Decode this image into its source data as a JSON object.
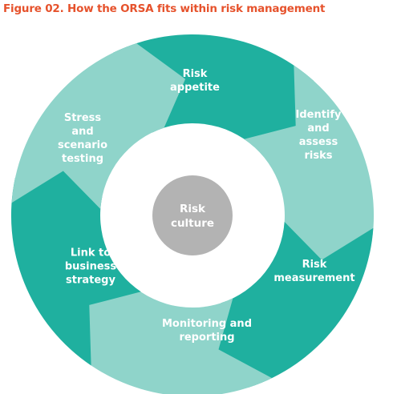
{
  "figure": {
    "title": "Figure 02. How the ORSA fits within risk management",
    "title_color": "#e6522c"
  },
  "colors": {
    "dark_teal": "#1fb09f",
    "light_teal": "#8fd4ca",
    "center_gray": "#b3b3b3"
  },
  "center": {
    "lines": [
      "Risk",
      "culture"
    ]
  },
  "segments": [
    {
      "lines": [
        "Risk",
        "appetite"
      ],
      "tone": "dark"
    },
    {
      "lines": [
        "Identify",
        "and",
        "assess",
        "risks"
      ],
      "tone": "light"
    },
    {
      "lines": [
        "Risk",
        "measurement"
      ],
      "tone": "dark"
    },
    {
      "lines": [
        "Monitoring and",
        "reporting"
      ],
      "tone": "light"
    },
    {
      "lines": [
        "Link to",
        "business",
        "strategy"
      ],
      "tone": "dark"
    },
    {
      "lines": [
        "Stress",
        "and",
        "scenario",
        "testing"
      ],
      "tone": "light"
    }
  ]
}
